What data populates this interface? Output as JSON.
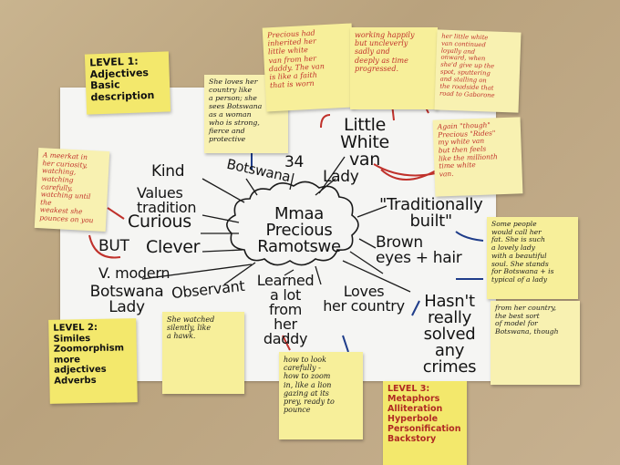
{
  "center": {
    "text": "Mmaa Precious\nRamotswe"
  },
  "words": {
    "kind": "Kind",
    "botswana": "Botswana",
    "thirty_four": "34",
    "lady": "Lady",
    "little_white_van": "Little\nWhite\nvan",
    "values_tradition": "Values\ntradition",
    "curious": "Curious",
    "traditionally_built": "\"Traditionally\nbuilt\"",
    "but": "BUT",
    "clever": "Clever",
    "brown_eyes_hair": "Brown\neyes + hair",
    "v_modern": "V. modern",
    "botswana_lady": "Botswana\nLady",
    "observant": "Observant",
    "learned_from_daddy": "Learned\na lot\nfrom\nher daddy",
    "loves_country": "Loves\nher country",
    "hasnt_solved": "Hasn't\nreally\nsolved\nany\ncrimes"
  },
  "notes": {
    "level1": "LEVEL 1:\nAdjectives\nBasic\ndescription",
    "level2": "LEVEL 2:\nSimiles\nZoomorphism\nmore adjectives\nAdverbs",
    "level3": "LEVEL 3:\nMetaphors\nAlliteration\nHyperbole\nPersonification\nBackstory",
    "meerkat": "A meerkat in\nher curiosity,\nwatching, watching carefully,\nwatching until the\nweakest she\npounces on you",
    "loves_country_note": "She loves her\ncountry like\na person; she\nsees Botswana\nas a woman\nwho is strong,\nfierce and protective",
    "inherited_van": "Precious had\ninherited her\nlittle white\nvan from her\ndaddy. The van\nis like a faith\nthat is worn",
    "working_happily": "working happily\nbut uncleverly\nsadly and\ndeeply as time\nprogressed.",
    "little_white_van_note": "her little white\nvan continued\nloyally and\nonward, when\nshe'd give up the\nspot, sputtering\nand stalling on\nthe roadside that\nroad to Gaborone",
    "again_though": "Again \"though\"\nPrecious \"Rides\"\nmy white van\nbut then feels\nlike the millionth\ntime white\nvan.",
    "some_people": "Some people\nwould call her\nfat. She is such\na lovely lady\nwith a beautiful\nsoul. She stands\nfor Botswana + is\ntypical of a lady",
    "from_her_country": "from her country,\nthe best sort\nof model for\nBotswana, though",
    "watched_silently": "She watched\nsilently, like\na hawk.",
    "look_carefully": "how to look\ncarefully -\nhow to zoom\nin, like a lion\ngazing at its\nprey, ready to\npounce"
  },
  "colors": {
    "ink": "#141414",
    "red_ink": "#c0312b",
    "blue_ink": "#1f3d8a",
    "note": "#f7ef9a"
  }
}
